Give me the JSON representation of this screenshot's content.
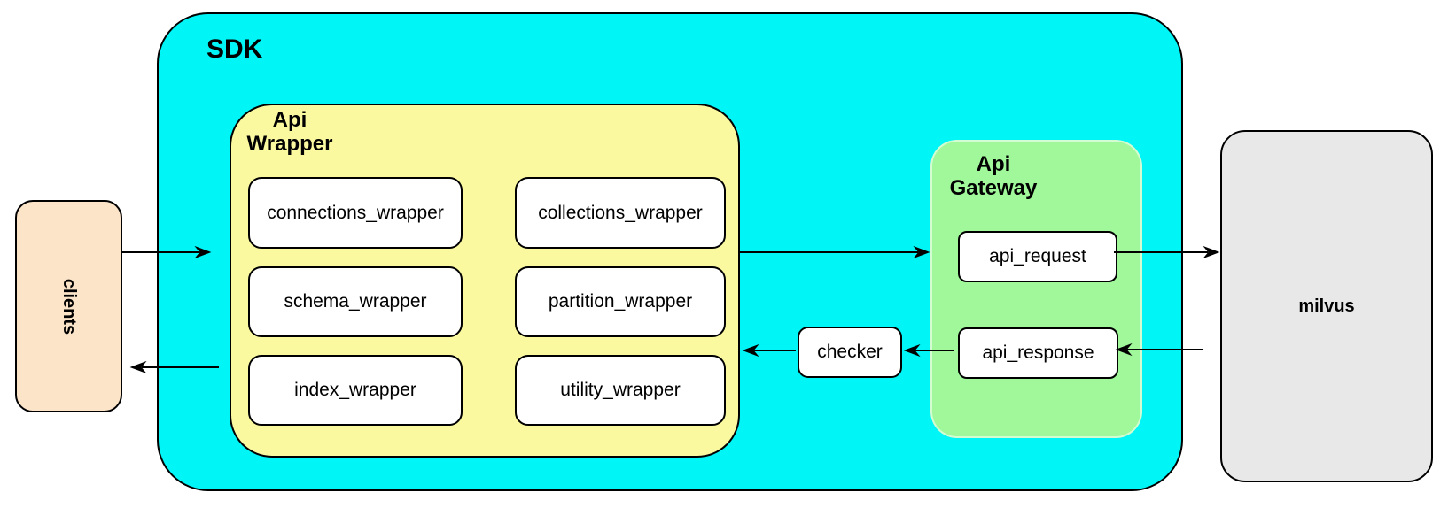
{
  "colors": {
    "sdk_fill": "#00f6f6",
    "wrapper_fill": "#fbf9a0",
    "gateway_fill": "#a0f89b",
    "clients_fill": "#fce4c9",
    "milvus_fill": "#e8e8e8",
    "node_fill": "#ffffff",
    "border": "#000000"
  },
  "nodes": {
    "sdk": {
      "label": "SDK"
    },
    "clients": {
      "label": "clients"
    },
    "milvus": {
      "label": "milvus"
    },
    "checker": {
      "label": "checker"
    },
    "api_wrapper": {
      "label_line1": "Api",
      "label_line2": "Wrapper",
      "children": {
        "connections": "connections_wrapper",
        "collections": "collections_wrapper",
        "schema": "schema_wrapper",
        "partition": "partition_wrapper",
        "index": "index_wrapper",
        "utility": "utility_wrapper"
      }
    },
    "api_gateway": {
      "label_line1": "Api",
      "label_line2": "Gateway",
      "children": {
        "request": "api_request",
        "response": "api_response"
      }
    }
  }
}
